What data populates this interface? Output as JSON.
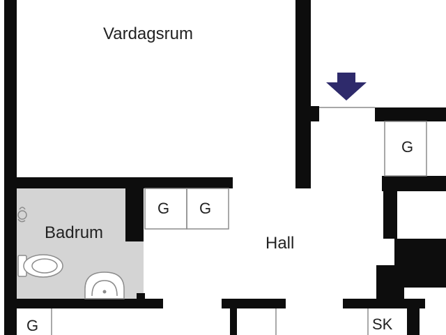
{
  "plan": {
    "colors": {
      "wall": "#0d0d0d",
      "bathroom_floor": "#d4d4d4",
      "fixture_line": "#8c8c8c",
      "entrance_arrow": "#2e2a6b",
      "background": "#ffffff"
    },
    "rooms": {
      "living_room": "Vardagsrum",
      "bathroom": "Badrum",
      "hall": "Hall"
    },
    "storage": {
      "wardrobe_marker": "G",
      "linen_closet_marker": "SK"
    },
    "icons": {
      "entrance": "entrance-arrow-icon",
      "toilet": "toilet-icon",
      "sink": "sink-icon",
      "fan": "fan-icon"
    }
  }
}
